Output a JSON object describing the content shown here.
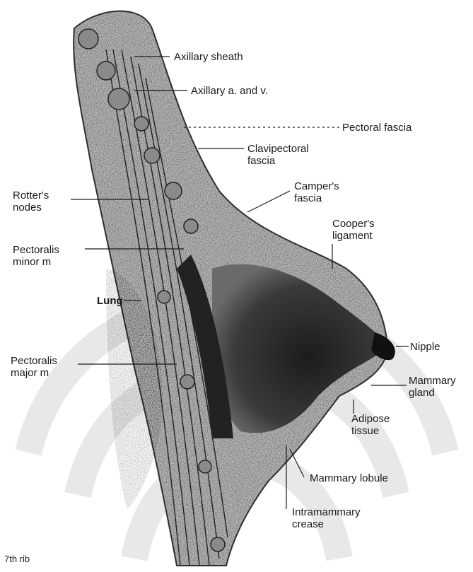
{
  "diagram": {
    "labels": {
      "axillary_sheath": "Axillary sheath",
      "axillary_a_v": "Axillary a. and v.",
      "pectoral_fascia": "Pectoral fascia",
      "clavipectoral_fascia": [
        "Clavipectoral",
        "fascia"
      ],
      "rotters_nodes": [
        "Rotter's",
        "nodes"
      ],
      "campers_fascia": [
        "Camper's",
        "fascia"
      ],
      "coopers_ligament": [
        "Cooper's",
        "ligament"
      ],
      "pectoralis_minor": [
        "Pectoralis",
        "minor m"
      ],
      "lung": "Lung",
      "nipple": "Nipple",
      "pectoralis_major": [
        "Pectoralis",
        "major m"
      ],
      "mammary_gland": [
        "Mammary",
        "gland"
      ],
      "adipose_tissue": [
        "Adipose",
        "tissue"
      ],
      "mammary_lobule": "Mammary lobule",
      "intramammary_crease": [
        "Intramammary",
        "crease"
      ],
      "rib": "7th rib"
    },
    "colors": {
      "ink": "#1a1a1a",
      "tissue": "#3a3a3a",
      "watermark": "#e6e6e6"
    }
  }
}
